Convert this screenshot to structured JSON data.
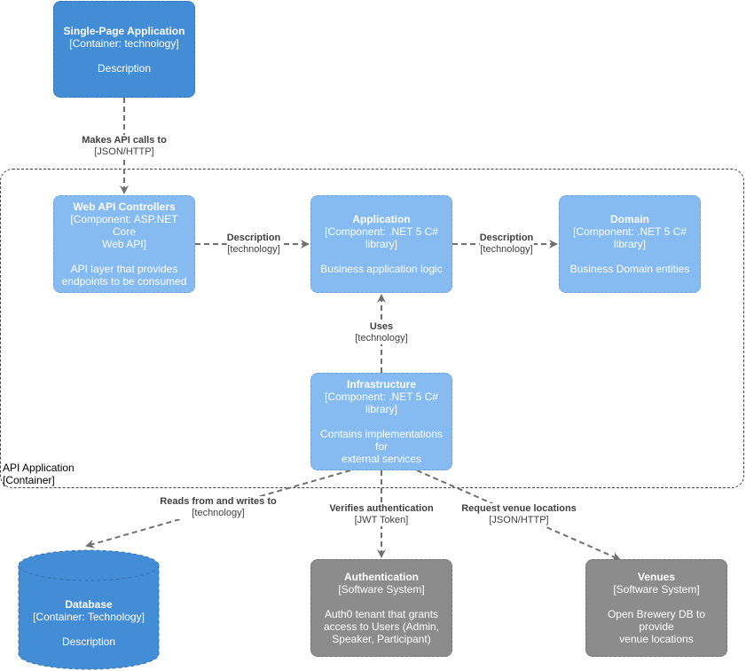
{
  "boundary": {
    "name": "API Application",
    "type": "[Container]"
  },
  "nodes": {
    "spa": {
      "title": "Single-Page Application",
      "tech": "[Container: technology]",
      "description": "Description"
    },
    "webapi": {
      "title": "Web API Controllers",
      "tech1": "[Component: ASP.NET Core",
      "tech2": "Web API]",
      "desc1": "API layer that provides",
      "desc2": "endpoints to be consumed"
    },
    "application": {
      "title": "Application",
      "tech1": "[Component: .NET 5 C#",
      "tech2": "library]",
      "description": "Business application logic"
    },
    "domain": {
      "title": "Domain",
      "tech1": "[Component: .NET 5 C#",
      "tech2": "library]",
      "description": "Business Domain entities"
    },
    "infrastructure": {
      "title": "Infrastructure",
      "tech1": "[Component: .NET 5 C#",
      "tech2": "library]",
      "desc1": "Contains implementations for",
      "desc2": "external services"
    },
    "database": {
      "title": "Database",
      "tech": "[Container: Technology]",
      "description": "Description"
    },
    "authentication": {
      "title": "Authentication",
      "tech": "[Software System]",
      "desc1": "Auth0 tenant that grants",
      "desc2": "access to Users (Admin,",
      "desc3": "Speaker, Participant)"
    },
    "venues": {
      "title": "Venues",
      "tech": "[Software System]",
      "desc1": "Open Brewery DB to provide",
      "desc2": "venue locations"
    }
  },
  "edges": {
    "spa_webapi": {
      "label": "Makes API calls to",
      "tech": "[JSON/HTTP]"
    },
    "webapi_application": {
      "label": "Description",
      "tech": "[technology]"
    },
    "application_domain": {
      "label": "Description",
      "tech": "[technology]"
    },
    "infra_application": {
      "label": "Uses",
      "tech": "[technology]"
    },
    "infra_database": {
      "label": "Reads from and writes to",
      "tech": "[technology]"
    },
    "infra_auth": {
      "label": "Verifies authentication",
      "tech": "[JWT Token]"
    },
    "infra_venues": {
      "label": "Request venue locations",
      "tech": "[JSON/HTTP]"
    }
  },
  "colors": {
    "container": "#438dd6",
    "component": "#85bbf0",
    "external_system": "#8c8c8c",
    "edge": "#707070"
  }
}
